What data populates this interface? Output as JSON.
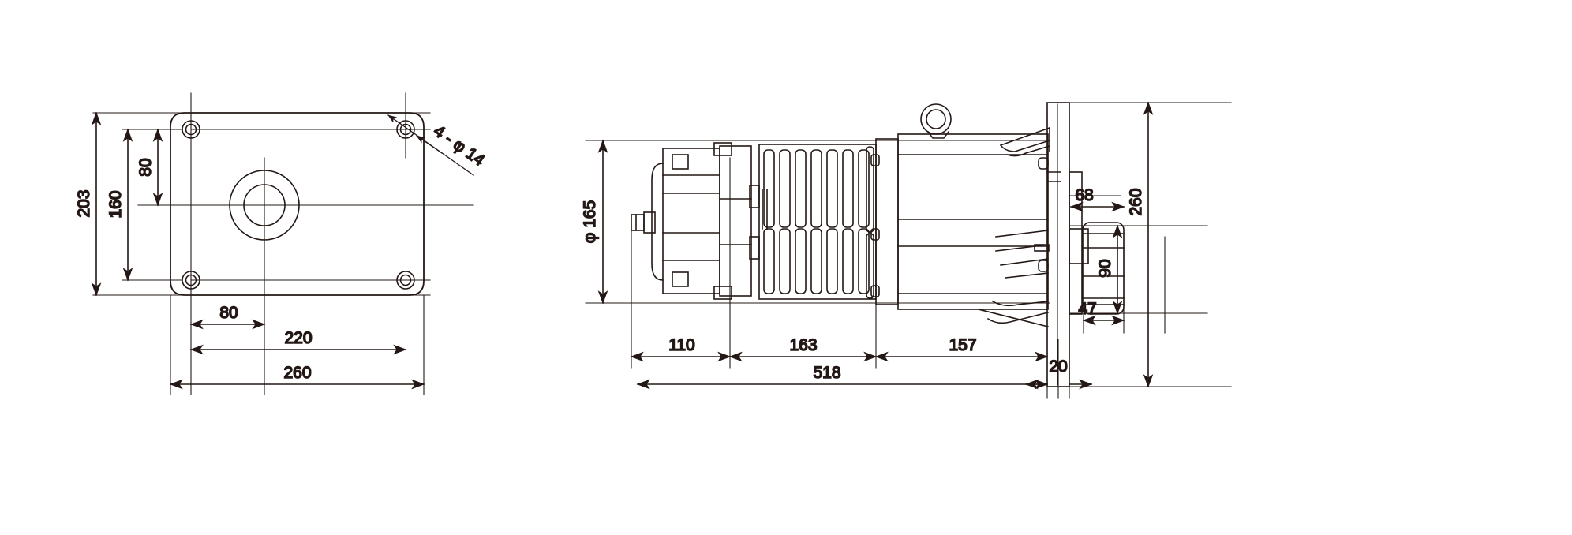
{
  "drawing": {
    "type": "engineering-dimensioned-drawing",
    "subject": "rotary vane vacuum pump with motor",
    "units": "mm",
    "line_color": "#231815",
    "background_color": "#ffffff",
    "views": [
      {
        "name": "base-plate-plan-view",
        "position": "left",
        "description": "rectangular mounting base plate with rounded corners, four corner bolt holes and a central round boss",
        "features": [
          "rounded-rectangle-outline",
          "four-corner-bolt-holes",
          "center-boss-outer-circle",
          "center-boss-inner-circle",
          "horizontal-centerline",
          "vertical-centerline"
        ]
      },
      {
        "name": "pump-side-elevation-view",
        "position": "right",
        "description": "side elevation of vacuum pump: gas ballast head at left, finned cooling barrel, motor housing with lifting eye, end flange plate and output shaft",
        "features": [
          "pump-head-with-port",
          "cooling-fin-stack",
          "motor-housing",
          "lifting-eye-ring",
          "mounting-feet-ribs",
          "end-flange-plate",
          "output-shaft"
        ]
      }
    ],
    "dimensions_left_view": [
      {
        "id": "dim-203",
        "value": "203",
        "orientation": "vertical",
        "location": "outer-left",
        "meaning": "overall plate height"
      },
      {
        "id": "dim-160",
        "value": "160",
        "orientation": "vertical",
        "location": "inner-left",
        "meaning": "bolt hole pitch vertical"
      },
      {
        "id": "dim-80-v",
        "value": "80",
        "orientation": "vertical",
        "location": "inner-left-2",
        "meaning": "centerline to upper hole"
      },
      {
        "id": "dim-80-h",
        "value": "80",
        "orientation": "horizontal",
        "location": "lower",
        "meaning": "left edge datum to center boss"
      },
      {
        "id": "dim-220",
        "value": "220",
        "orientation": "horizontal",
        "location": "lower-2",
        "meaning": "bolt hole pitch horizontal"
      },
      {
        "id": "dim-260-w",
        "value": "260",
        "orientation": "horizontal",
        "location": "lower-3",
        "meaning": "overall plate width"
      }
    ],
    "callouts_left_view": [
      {
        "id": "callout-holes",
        "text": "4 - φ 14",
        "meaning": "four holes diameter 14 mm",
        "leader": "double-arrow-diagonal"
      }
    ],
    "dimensions_right_view": [
      {
        "id": "dim-phi165",
        "value": "φ 165",
        "orientation": "vertical",
        "location": "outer-left",
        "meaning": "pump body diameter"
      },
      {
        "id": "dim-110",
        "value": "110",
        "orientation": "horizontal",
        "location": "lower-chain",
        "meaning": "head section length"
      },
      {
        "id": "dim-163",
        "value": "163",
        "orientation": "horizontal",
        "location": "lower-chain",
        "meaning": "finned barrel length"
      },
      {
        "id": "dim-157",
        "value": "157",
        "orientation": "horizontal",
        "location": "lower-chain",
        "meaning": "motor section length"
      },
      {
        "id": "dim-518",
        "value": "518",
        "orientation": "horizontal",
        "location": "bottom",
        "meaning": "overall length to flange face"
      },
      {
        "id": "dim-20",
        "value": "20",
        "orientation": "horizontal",
        "location": "bottom-right",
        "meaning": "flange plate thickness"
      },
      {
        "id": "dim-68",
        "value": "68",
        "orientation": "horizontal",
        "location": "right-upper",
        "meaning": "shaft overall projection"
      },
      {
        "id": "dim-47",
        "value": "47",
        "orientation": "horizontal",
        "location": "right-lower",
        "meaning": "shaft key/journal length"
      },
      {
        "id": "dim-90",
        "value": "90",
        "orientation": "vertical",
        "location": "right-inner",
        "meaning": "shaft diameter envelope"
      },
      {
        "id": "dim-260-h",
        "value": "260",
        "orientation": "vertical",
        "location": "far-right",
        "meaning": "flange plate height"
      }
    ]
  }
}
